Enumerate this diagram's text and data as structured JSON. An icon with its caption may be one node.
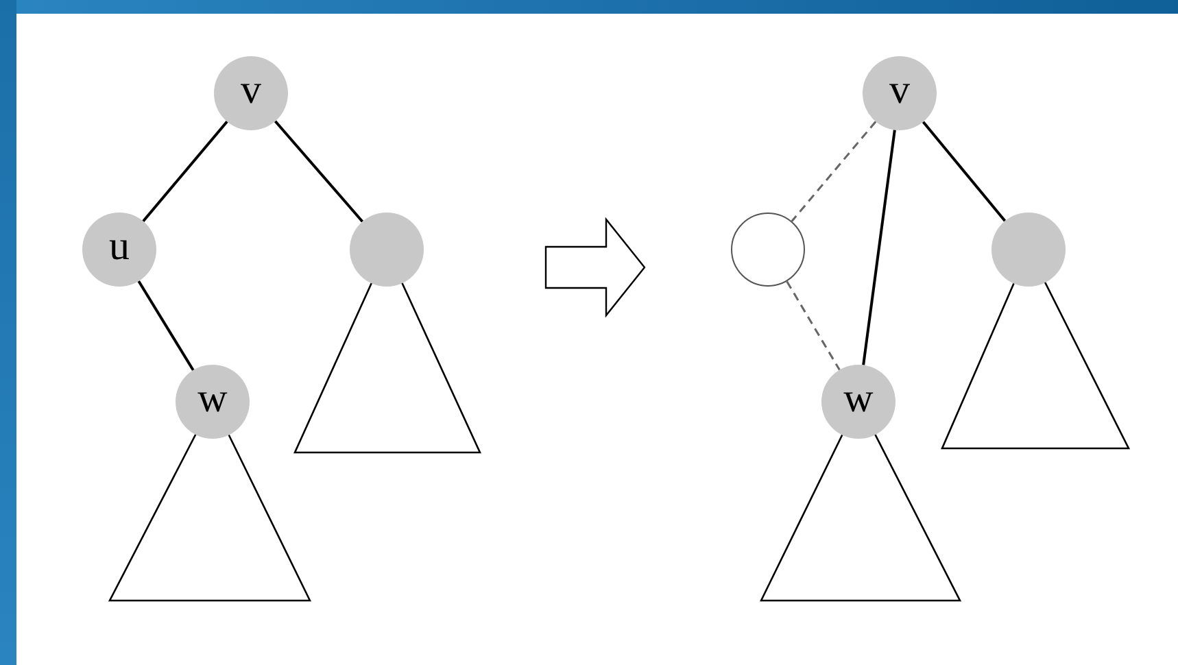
{
  "diagram": {
    "nodes": [
      {
        "text": [
          "v"
        ]
      },
      {
        "text": [
          "u"
        ]
      },
      {
        "text": [],
        "shape": "circle"
      },
      {
        "text": [
          "w"
        ]
      },
      {
        "text": [],
        "shape": "triangle"
      },
      {
        "text": [],
        "shape": "triangle"
      },
      {
        "text": [
          "v"
        ]
      },
      {
        "text": [],
        "shape": "circle"
      },
      {
        "text": [],
        "shape": "circle"
      },
      {
        "text": [
          "w"
        ]
      },
      {
        "text": [],
        "shape": "triangle"
      },
      {
        "text": [],
        "shape": "triangle"
      }
    ],
    "edges": [
      {
        "from": 0,
        "to": 1,
        "arrow": "none"
      },
      {
        "from": 0,
        "to": 2,
        "arrow": "none"
      },
      {
        "from": 1,
        "to": 3,
        "arrow": "none"
      },
      {
        "from": 6,
        "to": 7,
        "arrow": "none",
        "style": "dashed",
        "color": "#666666"
      },
      {
        "from": 7,
        "to": 9,
        "arrow": "none",
        "style": "dashed",
        "color": "#666666"
      },
      {
        "from": 6,
        "to": 9,
        "arrow": "none"
      },
      {
        "from": 6,
        "to": 8,
        "arrow": "none"
      }
    ]
  }
}
